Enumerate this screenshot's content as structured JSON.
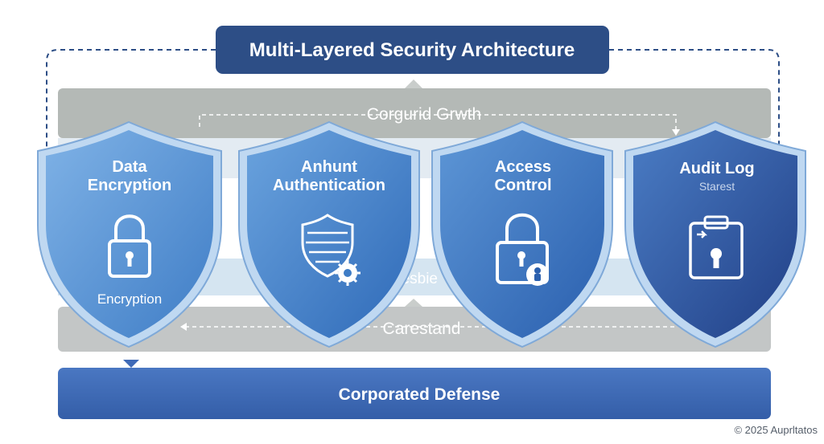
{
  "title": "Multi-Layered Security Architecture",
  "layers": {
    "top_band": "Corgurid Grwth",
    "middle_band": "nesbie",
    "lower_band": "Carestand",
    "base_band": "Corporated Defense"
  },
  "shields": [
    {
      "title_line1": "Data",
      "title_line2": "Encryption",
      "caption": "Encryption",
      "icon": "padlock-icon"
    },
    {
      "title_line1": "Anhunt",
      "title_line2": "Authentication",
      "caption": "",
      "icon": "shield-gear-icon"
    },
    {
      "title_line1": "Access",
      "title_line2": "Control",
      "caption": "",
      "icon": "padlock-with-user-icon"
    },
    {
      "title_line1": "Audit Log",
      "title_line2": "Starest",
      "caption": "",
      "icon": "clipboard-keyhole-icon"
    }
  ],
  "footer": {
    "copyright": "© 2025 Auprltatos"
  },
  "colors": {
    "title_bg": "#2d4e86",
    "gray_band": "#b4b9b6",
    "light_band": "#dde9f3",
    "base_band": "#3f6ab7",
    "shield_light": "#5f9ad8",
    "shield_dark": "#2c5aa0"
  }
}
